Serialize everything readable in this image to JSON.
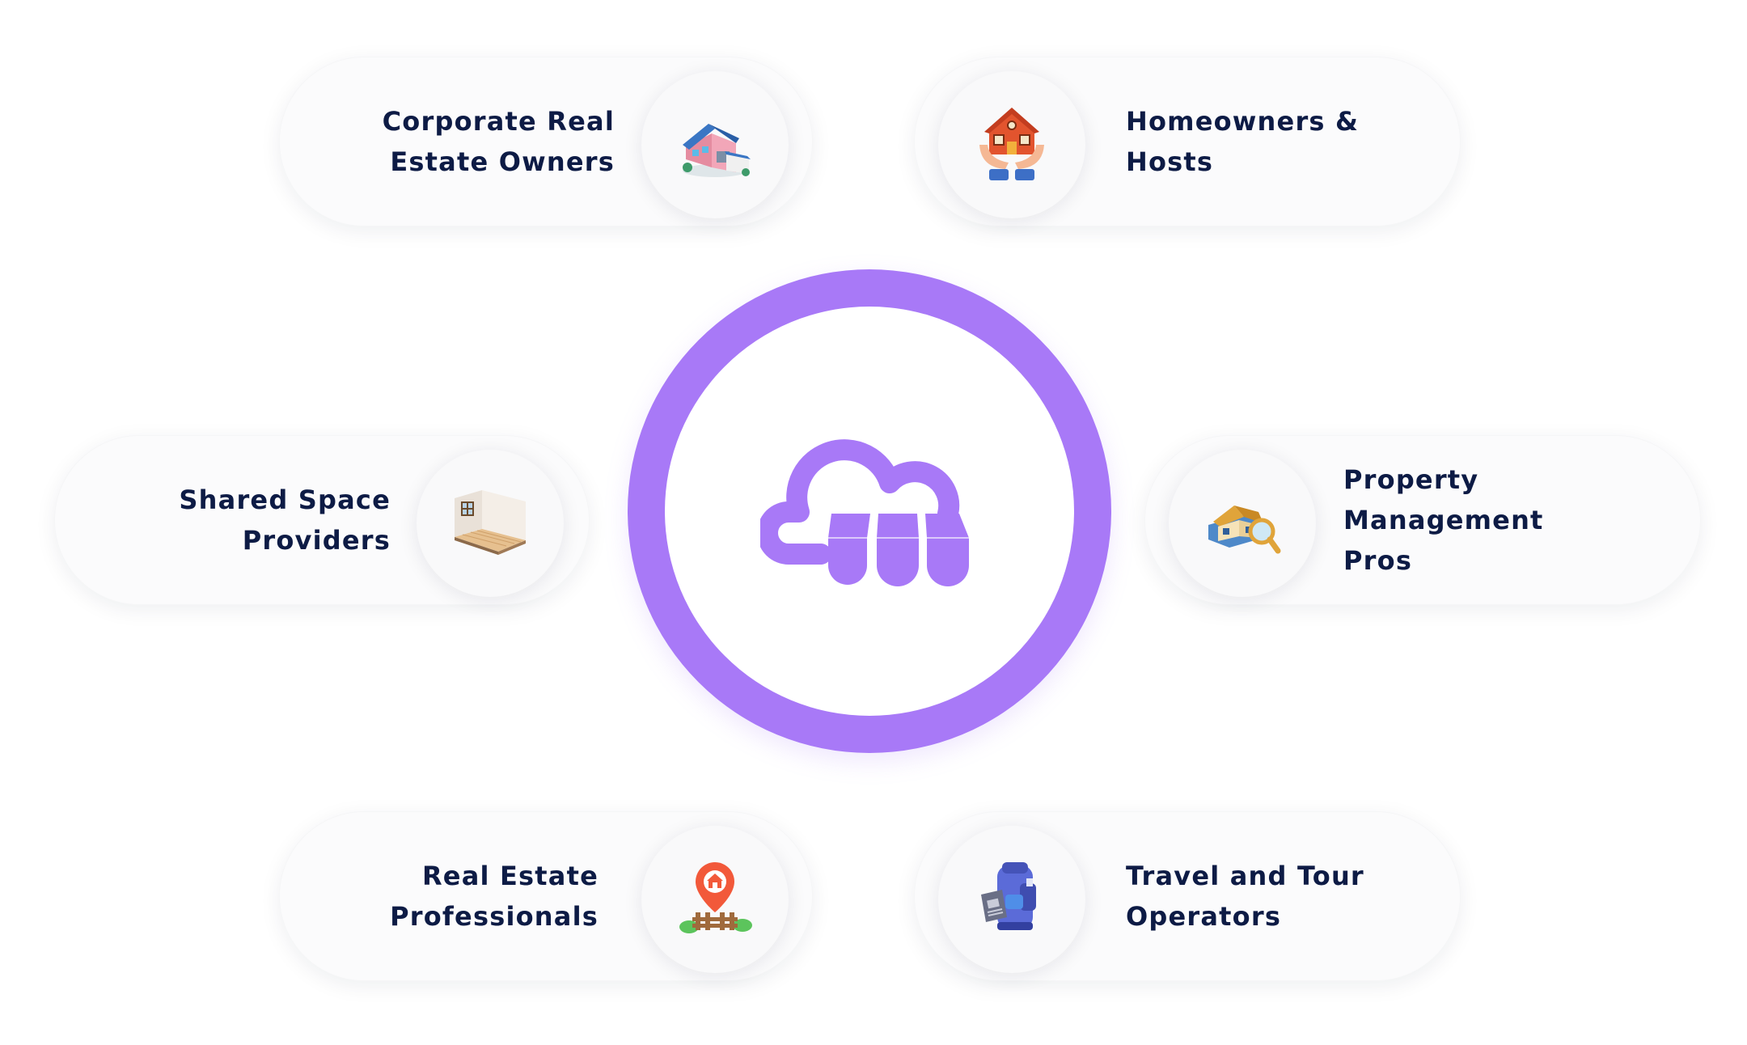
{
  "hub": {
    "logo_icon": "cloud-storefront-icon",
    "accent_color": "#a879f7"
  },
  "label_color": "#0d1b45",
  "segments": [
    {
      "label": "Corporate Real\nEstate Owners",
      "icon": "house-garage-icon"
    },
    {
      "label": "Homeowners &\nHosts",
      "icon": "hands-holding-house-icon"
    },
    {
      "label": "Shared Space\nProviders",
      "icon": "empty-room-icon"
    },
    {
      "label": "Property Management\nPros",
      "icon": "house-magnifier-icon"
    },
    {
      "label": "Real Estate\nProfessionals",
      "icon": "location-pin-house-icon"
    },
    {
      "label": "Travel and Tour\nOperators",
      "icon": "backpack-passport-icon"
    }
  ]
}
